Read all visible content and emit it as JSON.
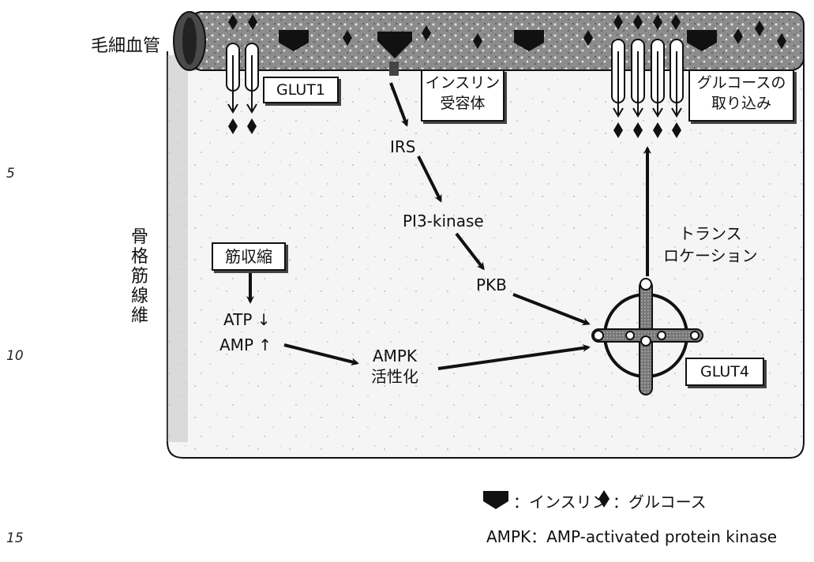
{
  "labels": {
    "capillary": "毛細血管",
    "glut1": "GLUT1",
    "insulin_receptor_line1": "インスリン",
    "insulin_receptor_line2": "受容体",
    "glucose_uptake_line1": "グルコースの",
    "glucose_uptake_line2": "取り込み",
    "muscle_fiber": "骨格筋線維",
    "irs": "IRS",
    "pi3k": "PI3-kinase",
    "pkb": "PKB",
    "contraction": "筋収縮",
    "atp": "ATP ↓",
    "amp": "AMP ↑",
    "ampk_line1": "AMPK",
    "ampk_line2": "活性化",
    "translocation_line1": "トランス",
    "translocation_line2": "ロケーション",
    "glut4": "GLUT4"
  },
  "legend": {
    "insulin": "：インスリン",
    "glucose": "：グルコース",
    "ampk_definition": "AMPK：AMP-activated protein kinase"
  },
  "line_numbers": [
    "5",
    "10",
    "15"
  ],
  "colors": {
    "ink": "#111111",
    "capillary_fill": "#9a9a9a",
    "cell_fill": "#f4f4f4"
  }
}
